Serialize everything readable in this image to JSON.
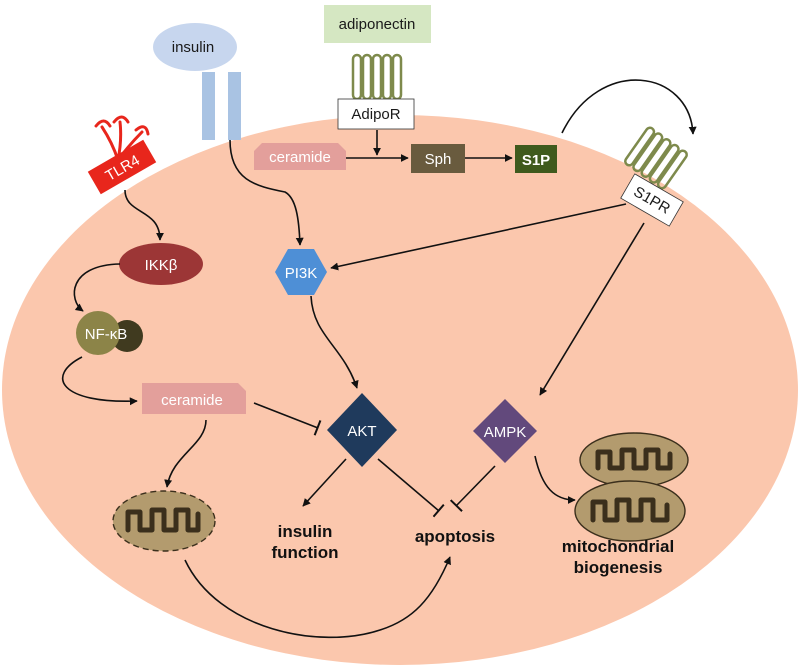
{
  "labels": {
    "adiponectin": "adiponectin",
    "adipor": "AdipoR",
    "insulin": "insulin",
    "tlr4": "TLR4",
    "ceramide_top": "ceramide",
    "sph": "Sph",
    "s1p": "S1P",
    "s1pr": "S1PR",
    "ikkb": "IKKβ",
    "nfkb": "NF-κB",
    "pi3k": "PI3K",
    "ceramide_mid": "ceramide",
    "akt": "AKT",
    "ampk": "AMPK",
    "insulin_function_1": "insulin",
    "insulin_function_2": "function",
    "apoptosis": "apoptosis",
    "mito_biogenesis_1": "mitochondrial",
    "mito_biogenesis_2": "biogenesis"
  },
  "colors": {
    "cell": "#fbc7ad",
    "adiponectin_box": "#d5e7c2",
    "receptor_green": "#7e8a4c",
    "insulin_receptor": "#a9c3e3",
    "insulin_ligand": "#c7d6ee",
    "tlr4": "#e8261c",
    "ceramide": "#e39f9b",
    "sph": "#695b3e",
    "s1p": "#3f5a1d",
    "ikkb": "#9c3636",
    "nfkb_light": "#8c8448",
    "nfkb_dark": "#403a1f",
    "pi3k": "#4e8fd6",
    "akt": "#1f3a5c",
    "ampk": "#62497c",
    "mito": "#b39b6e",
    "mito_inner": "#6b5533"
  }
}
